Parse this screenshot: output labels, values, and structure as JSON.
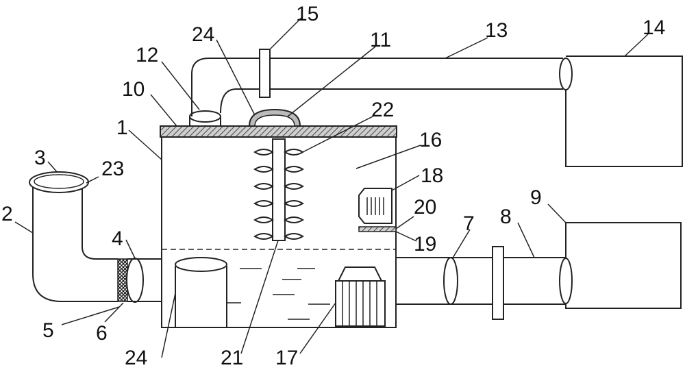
{
  "labels": {
    "n1": "1",
    "n2": "2",
    "n3": "3",
    "n4": "4",
    "n5": "5",
    "n6": "6",
    "n7": "7",
    "n8": "8",
    "n9": "9",
    "n10": "10",
    "n11": "11",
    "n12": "12",
    "n13": "13",
    "n14": "14",
    "n15": "15",
    "n16": "16",
    "n17": "17",
    "n18": "18",
    "n19": "19",
    "n20": "20",
    "n21": "21",
    "n22": "22",
    "n23": "23",
    "n24a": "24",
    "n24b": "24"
  },
  "colors": {
    "line": "#222222",
    "hatch": "#555555",
    "background": "#ffffff"
  }
}
